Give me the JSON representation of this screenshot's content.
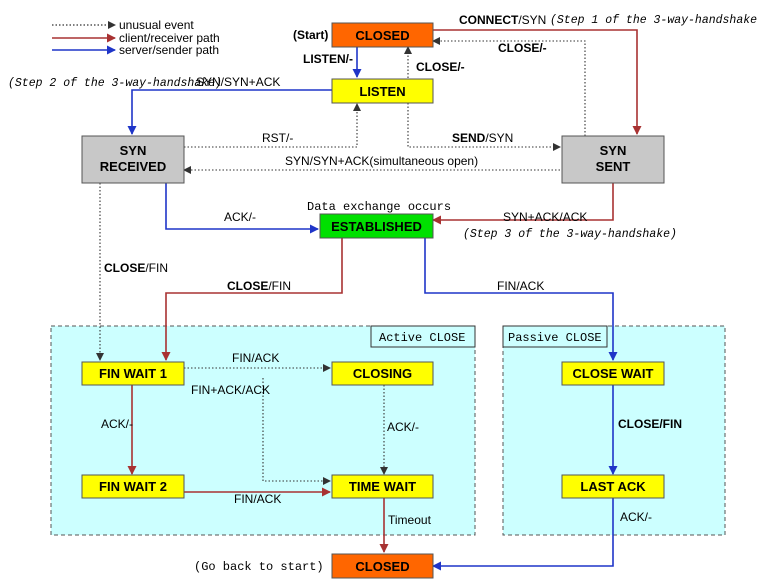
{
  "legend": {
    "unusual": "unusual event",
    "client": "client/receiver path",
    "server": "server/sender path"
  },
  "colors": {
    "unusual": "#333333",
    "client": "#a83232",
    "server": "#1f35c8",
    "state_closed": "#ff6600",
    "state_normal": "#ffff00",
    "state_syn": "#c8c8c8",
    "state_established": "#00e000",
    "region_fill": "#ccffff"
  },
  "states": {
    "closed_top": "CLOSED",
    "listen": "LISTEN",
    "syn_received_1": "SYN",
    "syn_received_2": "RECEIVED",
    "syn_sent_1": "SYN",
    "syn_sent_2": "SENT",
    "established": "ESTABLISHED",
    "fin_wait_1": "FIN WAIT 1",
    "closing": "CLOSING",
    "fin_wait_2": "FIN WAIT 2",
    "time_wait": "TIME WAIT",
    "close_wait": "CLOSE WAIT",
    "last_ack": "LAST ACK",
    "closed_bottom": "CLOSED"
  },
  "regions": {
    "active_close": "Active CLOSE",
    "passive_close": "Passive CLOSE"
  },
  "labels": {
    "start": "(Start)",
    "connect_syn_event": "CONNECT",
    "connect_syn_action": "/SYN",
    "step1": "(Step 1 of the 3-way-handshake",
    "close_top": "CLOSE/-",
    "listen_ev": "LISTEN/-",
    "close_listen": "CLOSE/-",
    "step2": "(Step 2 of the 3-way-handshake)",
    "syn_synack": "SYN/SYN+ACK",
    "rst": "RST/-",
    "send_syn_event": "SEND",
    "send_syn_action": "/SYN",
    "simultaneous": "SYN/SYN+ACK(simultaneous open)",
    "data_exchange": "Data exchange occurs",
    "ack_dash": "ACK/-",
    "synack_ack": "SYN+ACK/ACK",
    "step3": "(Step 3 of the 3-way-handshake)",
    "close_fin_left_event": "CLOSE",
    "close_fin_left_action": "/FIN",
    "close_fin_event": "CLOSE",
    "close_fin_action": "/FIN",
    "fin_ack_passive": "FIN/ACK",
    "fin_ack_fw1": "FIN/ACK",
    "finack_ack": "FIN+ACK/ACK",
    "ack_fw1": "ACK/-",
    "ack_closing": "ACK/-",
    "close_fin_passive": "CLOSE/FIN",
    "fin_ack_fw2": "FIN/ACK",
    "timeout": "Timeout",
    "ack_lastack": "ACK/-",
    "go_back": "(Go back to start)"
  }
}
